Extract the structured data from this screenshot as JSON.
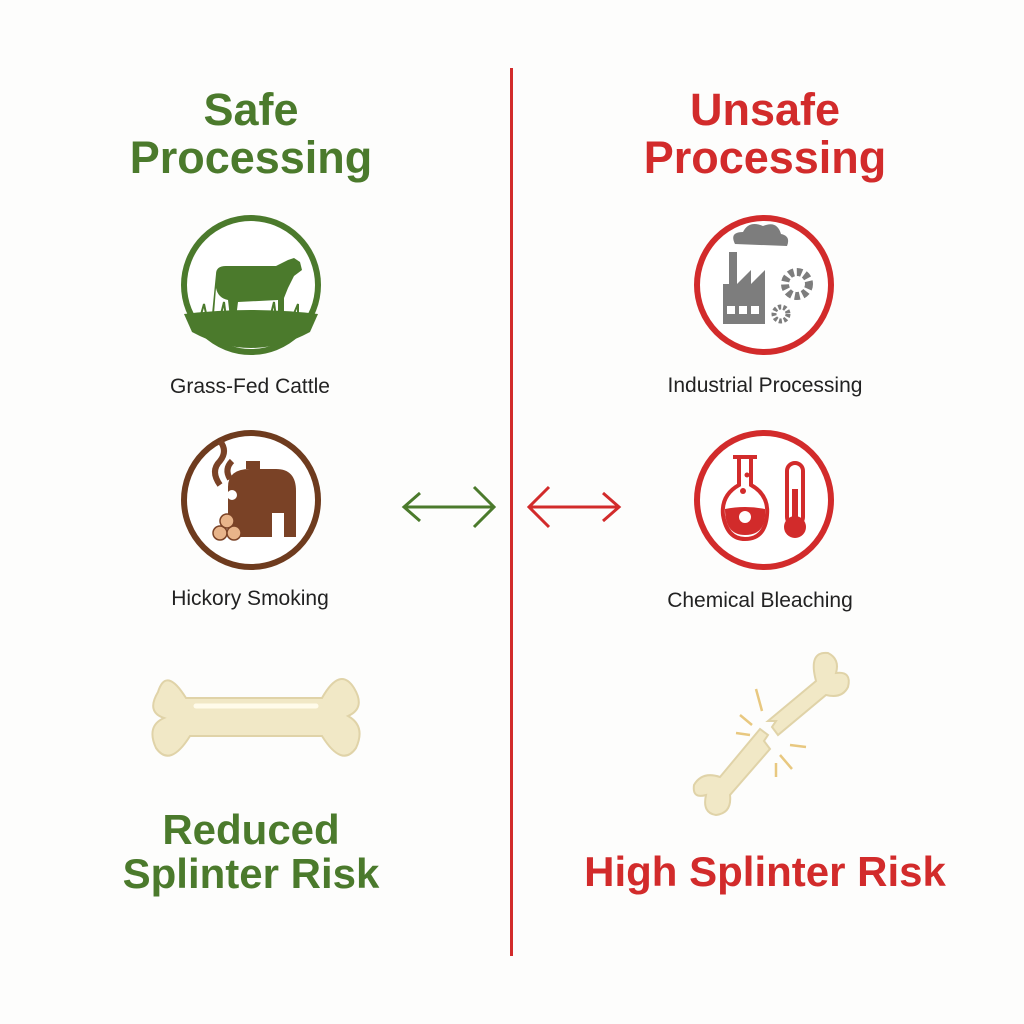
{
  "safe": {
    "title_line1": "Safe",
    "title_line2": "Processing",
    "items": [
      {
        "label": "Grass-Fed Cattle",
        "icon": "cow-grass-icon"
      },
      {
        "label": "Hickory Smoking",
        "icon": "smoker-icon"
      }
    ],
    "result_line1": "Reduced",
    "result_line2": "Splinter Risk",
    "color": "#4b7a2c"
  },
  "unsafe": {
    "title_line1": "Unsafe",
    "title_line2": "Processing",
    "items": [
      {
        "label": "Industrial Processing",
        "icon": "factory-icon"
      },
      {
        "label": "Chemical Bleaching",
        "icon": "chemical-flask-icon"
      }
    ],
    "result": "High Splinter Risk",
    "color": "#d22b2b"
  }
}
